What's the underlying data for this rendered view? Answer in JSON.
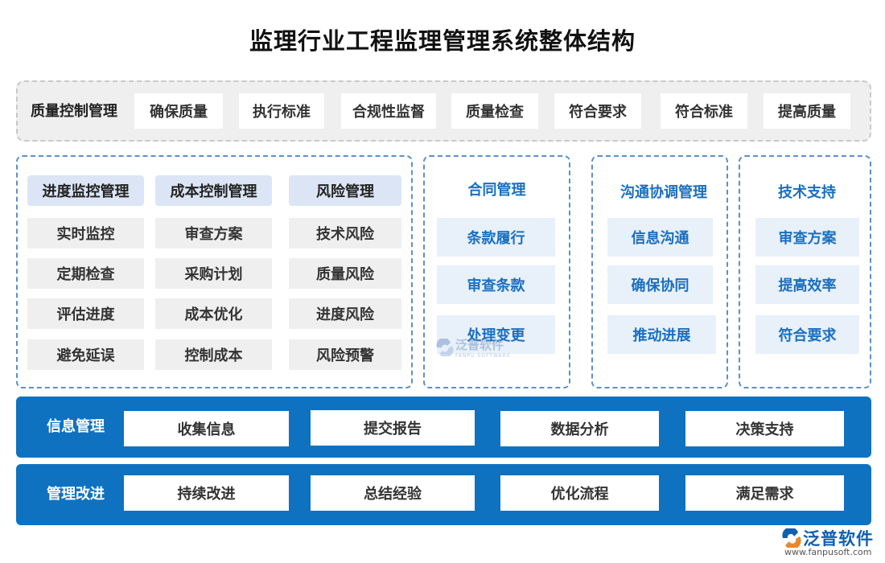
{
  "title": "监理行业工程监理管理系统整体结构",
  "quality": {
    "label": "质量控制管理",
    "items": [
      "确保质量",
      "执行标准",
      "合规性监督",
      "质量检查",
      "符合要求",
      "符合标准",
      "提高质量"
    ]
  },
  "left_panel": {
    "columns": [
      {
        "head": "进度监控管理",
        "items": [
          "实时监控",
          "定期检查",
          "评估进度",
          "避免延误"
        ]
      },
      {
        "head": "成本控制管理",
        "items": [
          "审查方案",
          "采购计划",
          "成本优化",
          "控制成本"
        ]
      },
      {
        "head": "风险管理",
        "items": [
          "技术风险",
          "质量风险",
          "进度风险",
          "风险预警"
        ]
      }
    ]
  },
  "contract": {
    "title": "合同管理",
    "items": [
      "条款履行",
      "审查条款",
      "处理变更"
    ]
  },
  "communication": {
    "title": "沟通协调管理",
    "items": [
      "信息沟通",
      "确保协同",
      "推动进展"
    ]
  },
  "tech": {
    "title": "技术支持",
    "items": [
      "审查方案",
      "提高效率",
      "符合要求"
    ]
  },
  "info": {
    "label": "信息管理",
    "items": [
      "收集信息",
      "提交报告",
      "数据分析",
      "决策支持"
    ]
  },
  "improve": {
    "label": "管理改进",
    "items": [
      "持续改进",
      "总结经验",
      "优化流程",
      "满足需求"
    ]
  },
  "watermark": {
    "name": "泛普软件",
    "sub": "FANPU SOFTWARE"
  },
  "logo": {
    "name": "泛普软件",
    "url": "www.fanpusoft.com"
  },
  "colors": {
    "band_blue": "#0f72c0",
    "panel_border": "#5a8fd0",
    "accent_text": "#1a6fc1",
    "head_fill": "#dce5f5"
  }
}
